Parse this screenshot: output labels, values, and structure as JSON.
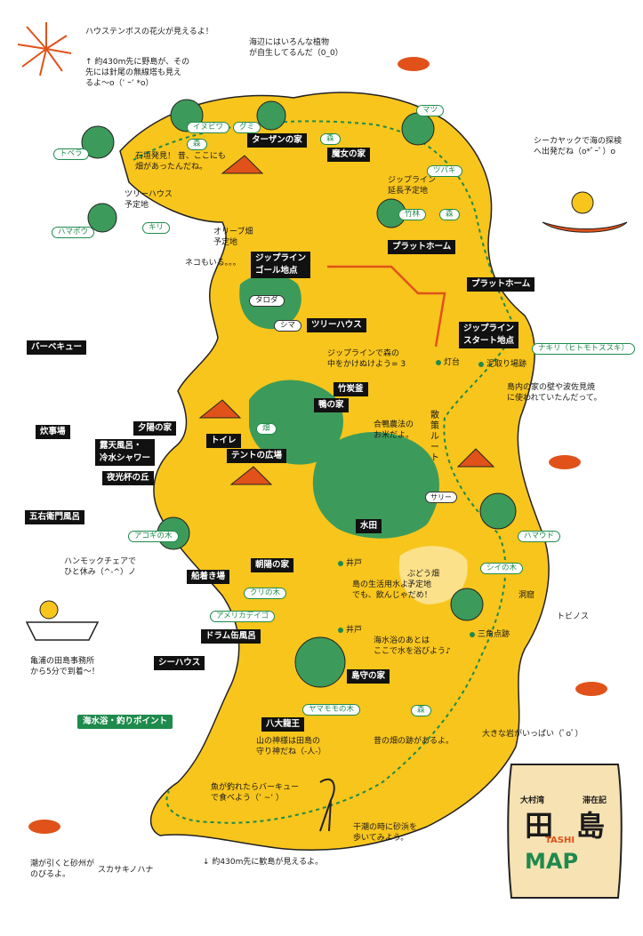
{
  "title": {
    "line1": "大村湾",
    "line2": "滞在記",
    "main1": "田",
    "main2": "島",
    "romaji": "TASHI",
    "sub": "MAP"
  },
  "notes": {
    "fireworks": "ハウステンボスの花火が見えるよ！",
    "nokoshima": "↑ 約430m先に野島が、その\n先には針尾の無線塔も見え\nるよ〜o（’ ｰ’ *o）",
    "plants": "海辺にはいろんな植物\nが自生してるんだ（0_0）",
    "kayak": "シーカヤックで海の探検\nへ出発だね（o*ﾟｰﾟ）o",
    "stonewall": "石垣発見！ 昔、ここにも\n畑があったんだね。",
    "cat": "ネコもいる。。。",
    "zipline_forest": "ジップラインで森の\n中をかけぬけよう= 3",
    "aigamo": "合鴨農法の\nお米だよ。",
    "mudbath": "島内の家の壁や波佐見焼\nに使われていたんだって。",
    "hammock": "ハンモックチェアで\nひと休み（^-^）ノ",
    "kameura": "亀浦の田島事務所\nから5分で到着〜！",
    "well_note": "島の生活用水よ。\nでも、飲んじゃだめ！",
    "seawater_note": "海水浴のあとは\nここで水を浴びよう♪",
    "rocks": "大きな岩がいっぱい（ﾟoﾟ）",
    "god": "山の神様は田島の\n守り神だね（-人-）",
    "oldfield": "昔の畑の跡があるよ。",
    "bbq_fish": "魚が釣れたらバーキュー\nで食べよう（’ ~’ ）",
    "tide": "干潮の時に砂浜を\n歩いてみよう。",
    "sandbar": "潮が引くと砂州が\nのびるよ。",
    "hainoshima": "↓ 約430m先に歓島が見えるよ。",
    "sukasaki": "スカサキノハナ",
    "tree_house_plan": "ツリーハウス\n予定地",
    "olive_plan": "オリーブ畑\n予定地",
    "zip_ext": "ジップライン\n延長予定地",
    "grape_plan": "ぶどう畑\n予定地",
    "trail": "散\n策\nル\nー\nト"
  },
  "labels_black": {
    "tarzan": "ターザンの家",
    "witch": "魔女の家",
    "zip_goal": "ジップライン\nゴール地点",
    "platform1": "プラットホーム",
    "platform2": "プラットホーム",
    "treehouse": "ツリーハウス",
    "zip_start": "ジップライン\nスタート地点",
    "bbq": "バーベキュー",
    "kitchen": "炊事場",
    "yuhi": "夕陽の家",
    "roten": "露天風呂・\n冷水シャワー",
    "toilet": "トイレ",
    "tent": "テントの広場",
    "yakou": "夜光杯の丘",
    "goemon": "五右衛門風呂",
    "asahi": "朝陽の家",
    "funatsuki": "船着き場",
    "drum": "ドラム缶風呂",
    "seahouse": "シーハウス",
    "shimamori": "島守の家",
    "hachidai": "八大龍王",
    "tankiln": "竹炭釜",
    "kamo": "鴨の家",
    "suiden": "水田"
  },
  "label_green": "海水浴・釣りポイント",
  "pills": {
    "inubiwa": "イヌビワ",
    "gumi": "グミ",
    "matsu": "マツ",
    "tobera": "トベラ",
    "mori1": "森",
    "mori2": "森",
    "tsubaki": "ツバキ",
    "mori3": "森",
    "chikurin": "竹林",
    "hamabou": "ハマボウ",
    "kiri": "キリ",
    "taroda": "タロダ",
    "shima": "シマ",
    "hatake": "畑",
    "nakiri": "ナキリ（ヒトモトススキ）",
    "sally": "サリー",
    "akogi": "アコギの木",
    "kurinoki": "クリの木",
    "amerika": "アメリカデイゴ",
    "hamaudo": "ハマウド",
    "shiinoki": "シイの木",
    "yamamomo": "ヤマモモの木",
    "mori4": "森"
  },
  "pois": {
    "toudai": "灯台",
    "doro": "泥取り場跡",
    "ido1": "井戸",
    "ido2": "井戸",
    "sankaku": "三角点跡",
    "doukutsu": "洞窟",
    "tobinosu": "トビノス"
  },
  "colors": {
    "island": "#f8c51c",
    "forest": "#3c9b5b",
    "trail": "#1e8a4c",
    "zip": "#e0521a",
    "text": "#1a1a1a"
  }
}
